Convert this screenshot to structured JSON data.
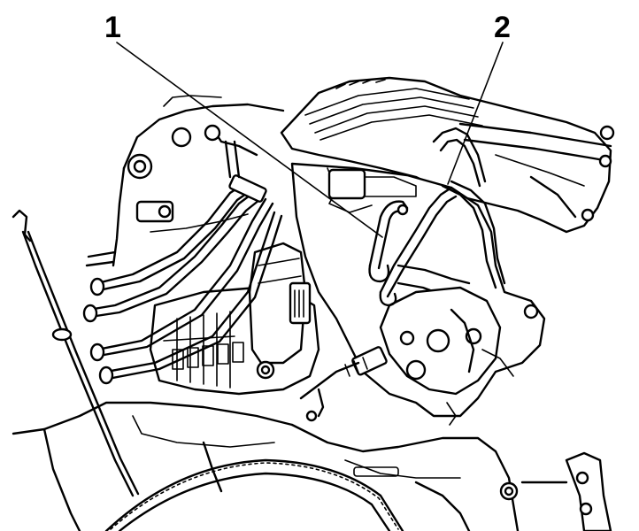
{
  "callouts": [
    {
      "label": "1"
    },
    {
      "label": "2"
    }
  ],
  "icons": {
    "callout_leader": "leader-line",
    "spark_plug_wires": "ignition-wires",
    "dipstick": "dipstick",
    "flywheel": "flywheel-ring-gear"
  }
}
